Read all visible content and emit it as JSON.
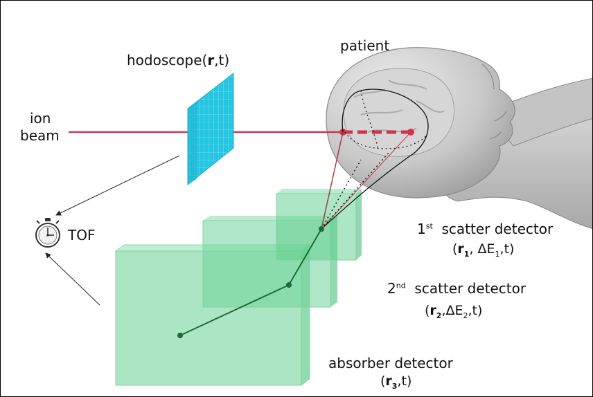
{
  "colors": {
    "beam": "#d0334f",
    "hodoscope": "#26c6e3",
    "detector_fill": "#8fdcb0",
    "track": "#1f6b35",
    "head": "#b8b8b8"
  },
  "labels": {
    "ion": "ion",
    "beam": "beam",
    "hodoscope": "hodoscope",
    "hodoscope_r": "r",
    "hodoscope_t": ",t)",
    "hodoscope_open": "(",
    "patient": "patient",
    "tof": "TOF",
    "scatter1": {
      "num": "1",
      "sup": "st",
      "text": "scatter detector",
      "open": "(",
      "r": "r",
      "r_sub": "1",
      "mid": ", ΔE",
      "e_sub": "1",
      "end": ",t)"
    },
    "scatter2": {
      "num": "2",
      "sup": "nd",
      "text": "scatter detector",
      "open": "(",
      "r": "r",
      "r_sub": "2",
      "mid": ",ΔE",
      "e_sub": "2",
      "end": ",t)"
    },
    "absorber": {
      "text": "absorber detector",
      "open": "(",
      "r": "r",
      "r_sub": "3",
      "end": ",t)"
    }
  },
  "icons": {
    "stopwatch": "stopwatch-icon"
  }
}
